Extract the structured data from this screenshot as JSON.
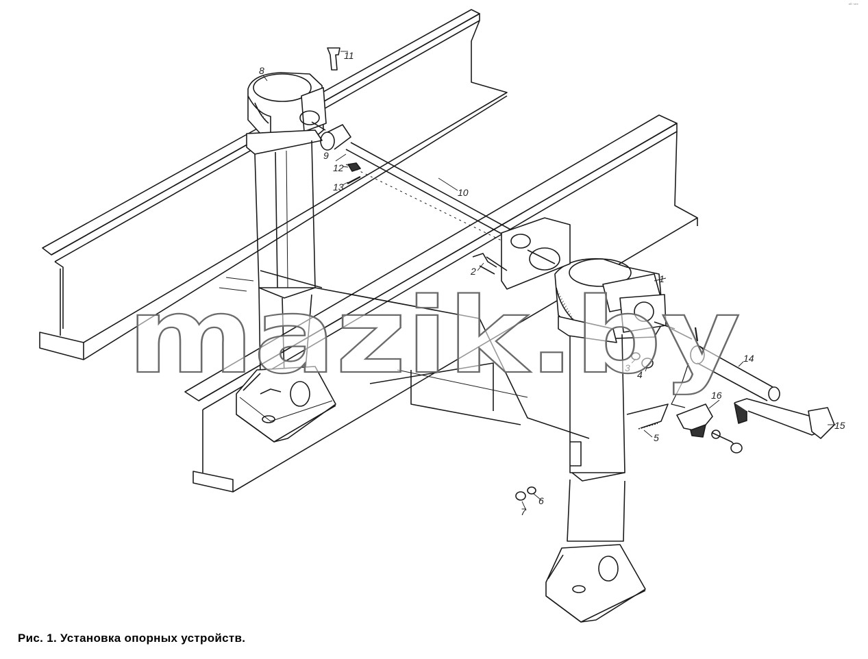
{
  "caption": "Рис. 1. Установка опорных устройств.",
  "watermark": "mazik.by",
  "corner_mark": "ᵃᴰ ˢᵉᵉ",
  "callouts": [
    "1",
    "2",
    "3",
    "4",
    "5",
    "6",
    "7",
    "8",
    "9",
    "10",
    "11",
    "12",
    "13",
    "14",
    "15",
    "16"
  ],
  "colors": {
    "ink": "#1a1a1a",
    "shade": "#555555",
    "paper": "#ffffff"
  }
}
